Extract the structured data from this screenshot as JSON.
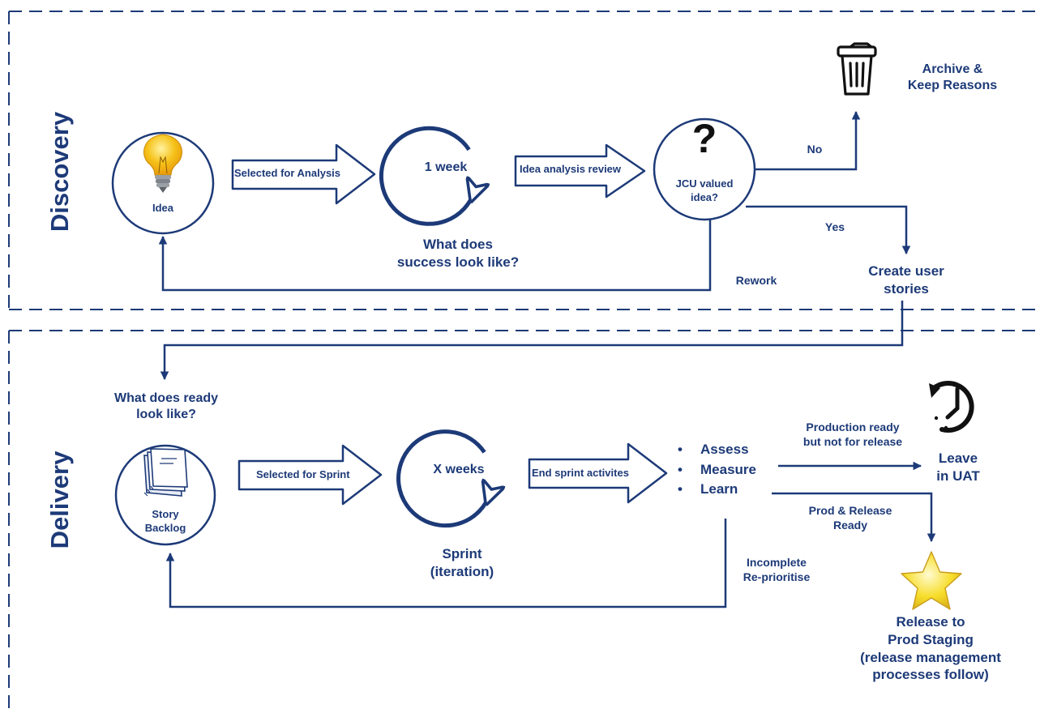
{
  "sections": {
    "discovery": "Discovery",
    "delivery": "Delivery"
  },
  "discovery": {
    "idea": {
      "label": "Idea",
      "icon": "lightbulb-icon"
    },
    "arrow_selected": "Selected for Analysis",
    "cycle_label": "1 week",
    "success_question": {
      "line1": "What does",
      "strong": "success",
      "rest": " look like?"
    },
    "arrow_review": "Idea analysis review",
    "decision": {
      "symbol": "?",
      "line1": "JCU valued",
      "line2": "idea?"
    },
    "no_label": "No",
    "yes_label": "Yes",
    "rework_label": "Rework",
    "archive": {
      "line1": "Archive &",
      "line2": "Keep Reasons",
      "icon": "trash-can-icon"
    },
    "create_stories": {
      "line1": "Create user",
      "line2": "stories"
    }
  },
  "delivery": {
    "ready_question": {
      "line1": "What does ready",
      "line2": "look like?"
    },
    "backlog": {
      "line1": "Story",
      "line2": "Backlog",
      "icon": "story-cards-icon"
    },
    "arrow_sprint": "Selected for Sprint",
    "cycle_label": "X weeks",
    "sprint": {
      "line1": "Sprint",
      "line2": "(iteration)"
    },
    "arrow_end": "End sprint activites",
    "activities": [
      "Assess",
      "Measure",
      "Learn"
    ],
    "production_ready": {
      "line1": "Production ready",
      "line2": "but not for release"
    },
    "leave_uat": {
      "line1": "Leave",
      "line2": "in UAT",
      "icon": "clock-timer-icon"
    },
    "prod_release": {
      "line1": "Prod & Release",
      "line2": "Ready"
    },
    "incomplete": {
      "line1": "Incomplete",
      "line2": "Re-prioritise"
    },
    "release": {
      "line1": "Release to",
      "line2": "Prod Staging",
      "line3": "(release management",
      "line4": "processes follow)",
      "icon": "star-icon"
    }
  },
  "colors": {
    "navy": "#1d3a78",
    "bulb": "#f6c21a",
    "star": "#f7dd2a"
  }
}
